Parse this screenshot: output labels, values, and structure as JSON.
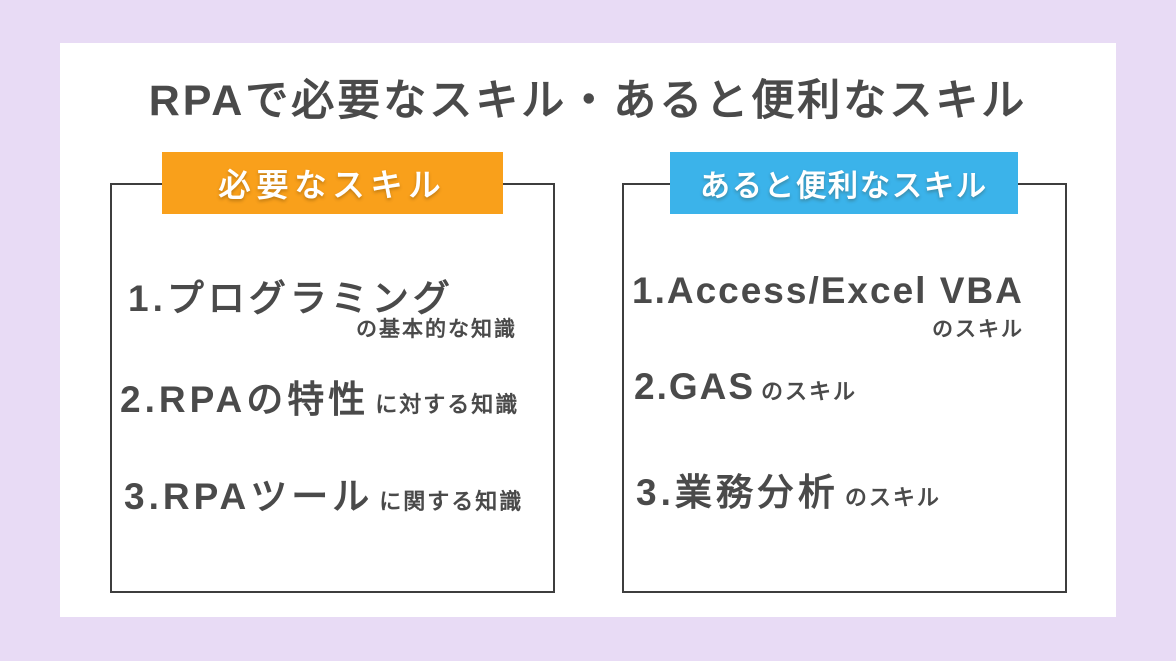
{
  "title": "RPAで必要なスキル・あると便利なスキル",
  "colors": {
    "bg": "#e8dbf5",
    "card": "#ffffff",
    "orange": "#f9a01b",
    "blue": "#3bb3ea",
    "text": "#4a4a4a",
    "border": "#3e3e3e"
  },
  "left_panel": {
    "header": "必要なスキル",
    "items": [
      {
        "main": "1.プログラミング",
        "sub": "の基本的な知識"
      },
      {
        "main": "2.RPAの特性",
        "sub": "に対する知識"
      },
      {
        "main": "3.RPAツール",
        "sub": "に関する知識"
      }
    ]
  },
  "right_panel": {
    "header": "あると便利なスキル",
    "items": [
      {
        "main": "1.Access/Excel VBA",
        "sub": "のスキル"
      },
      {
        "main": "2.GAS",
        "sub": "のスキル"
      },
      {
        "main": "3.業務分析",
        "sub": "のスキル"
      }
    ]
  }
}
